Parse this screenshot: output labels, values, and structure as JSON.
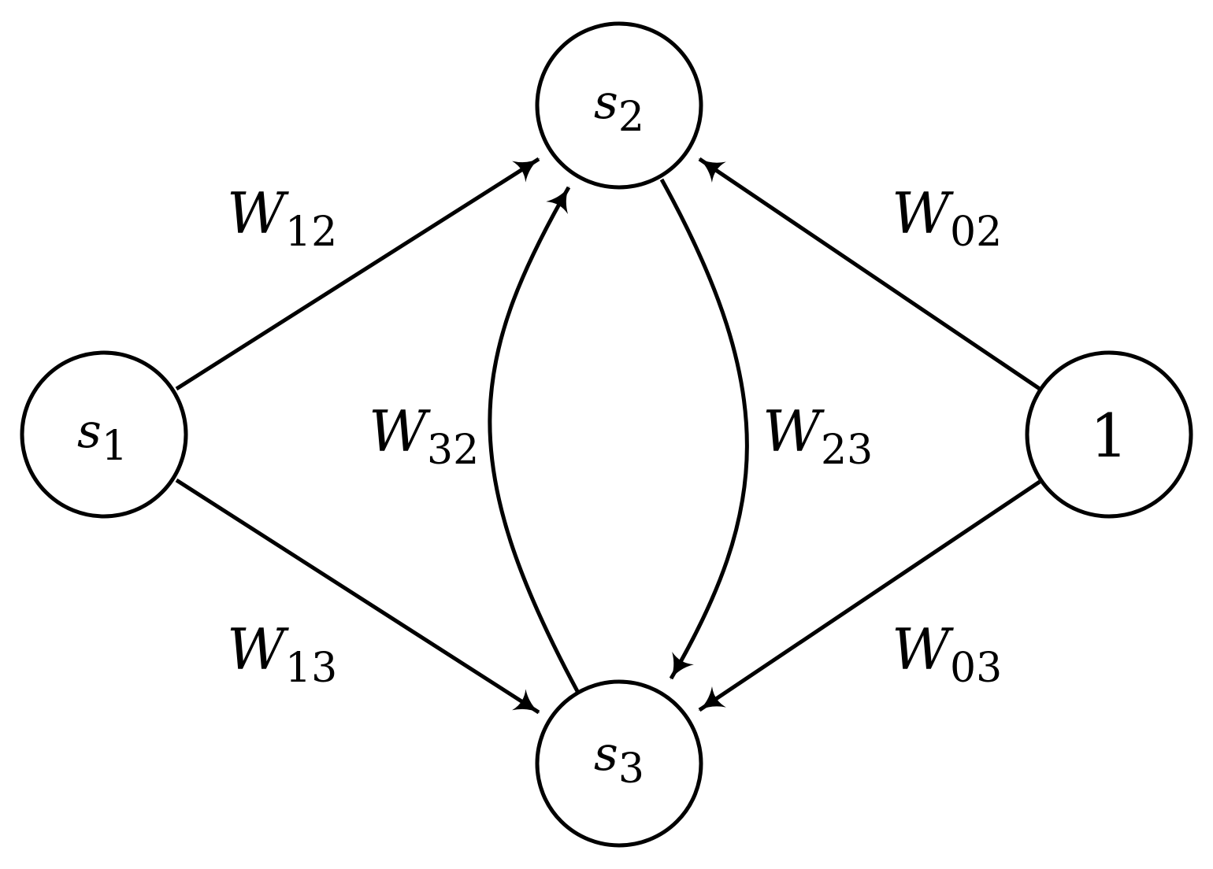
{
  "diagram": {
    "nodes": {
      "s1": {
        "var": "s",
        "sub": "1"
      },
      "s2": {
        "var": "s",
        "sub": "2"
      },
      "s3": {
        "var": "s",
        "sub": "3"
      },
      "bias": {
        "text": "1"
      }
    },
    "edges": {
      "w12": {
        "from": "s1",
        "to": "s2",
        "var": "W",
        "sub": "12"
      },
      "w13": {
        "from": "s1",
        "to": "s3",
        "var": "W",
        "sub": "13"
      },
      "w02": {
        "from": "bias",
        "to": "s2",
        "var": "W",
        "sub": "02"
      },
      "w03": {
        "from": "bias",
        "to": "s3",
        "var": "W",
        "sub": "03"
      },
      "w32": {
        "from": "s3",
        "to": "s2",
        "var": "W",
        "sub": "32"
      },
      "w23": {
        "from": "s2",
        "to": "s3",
        "var": "W",
        "sub": "23"
      }
    }
  }
}
